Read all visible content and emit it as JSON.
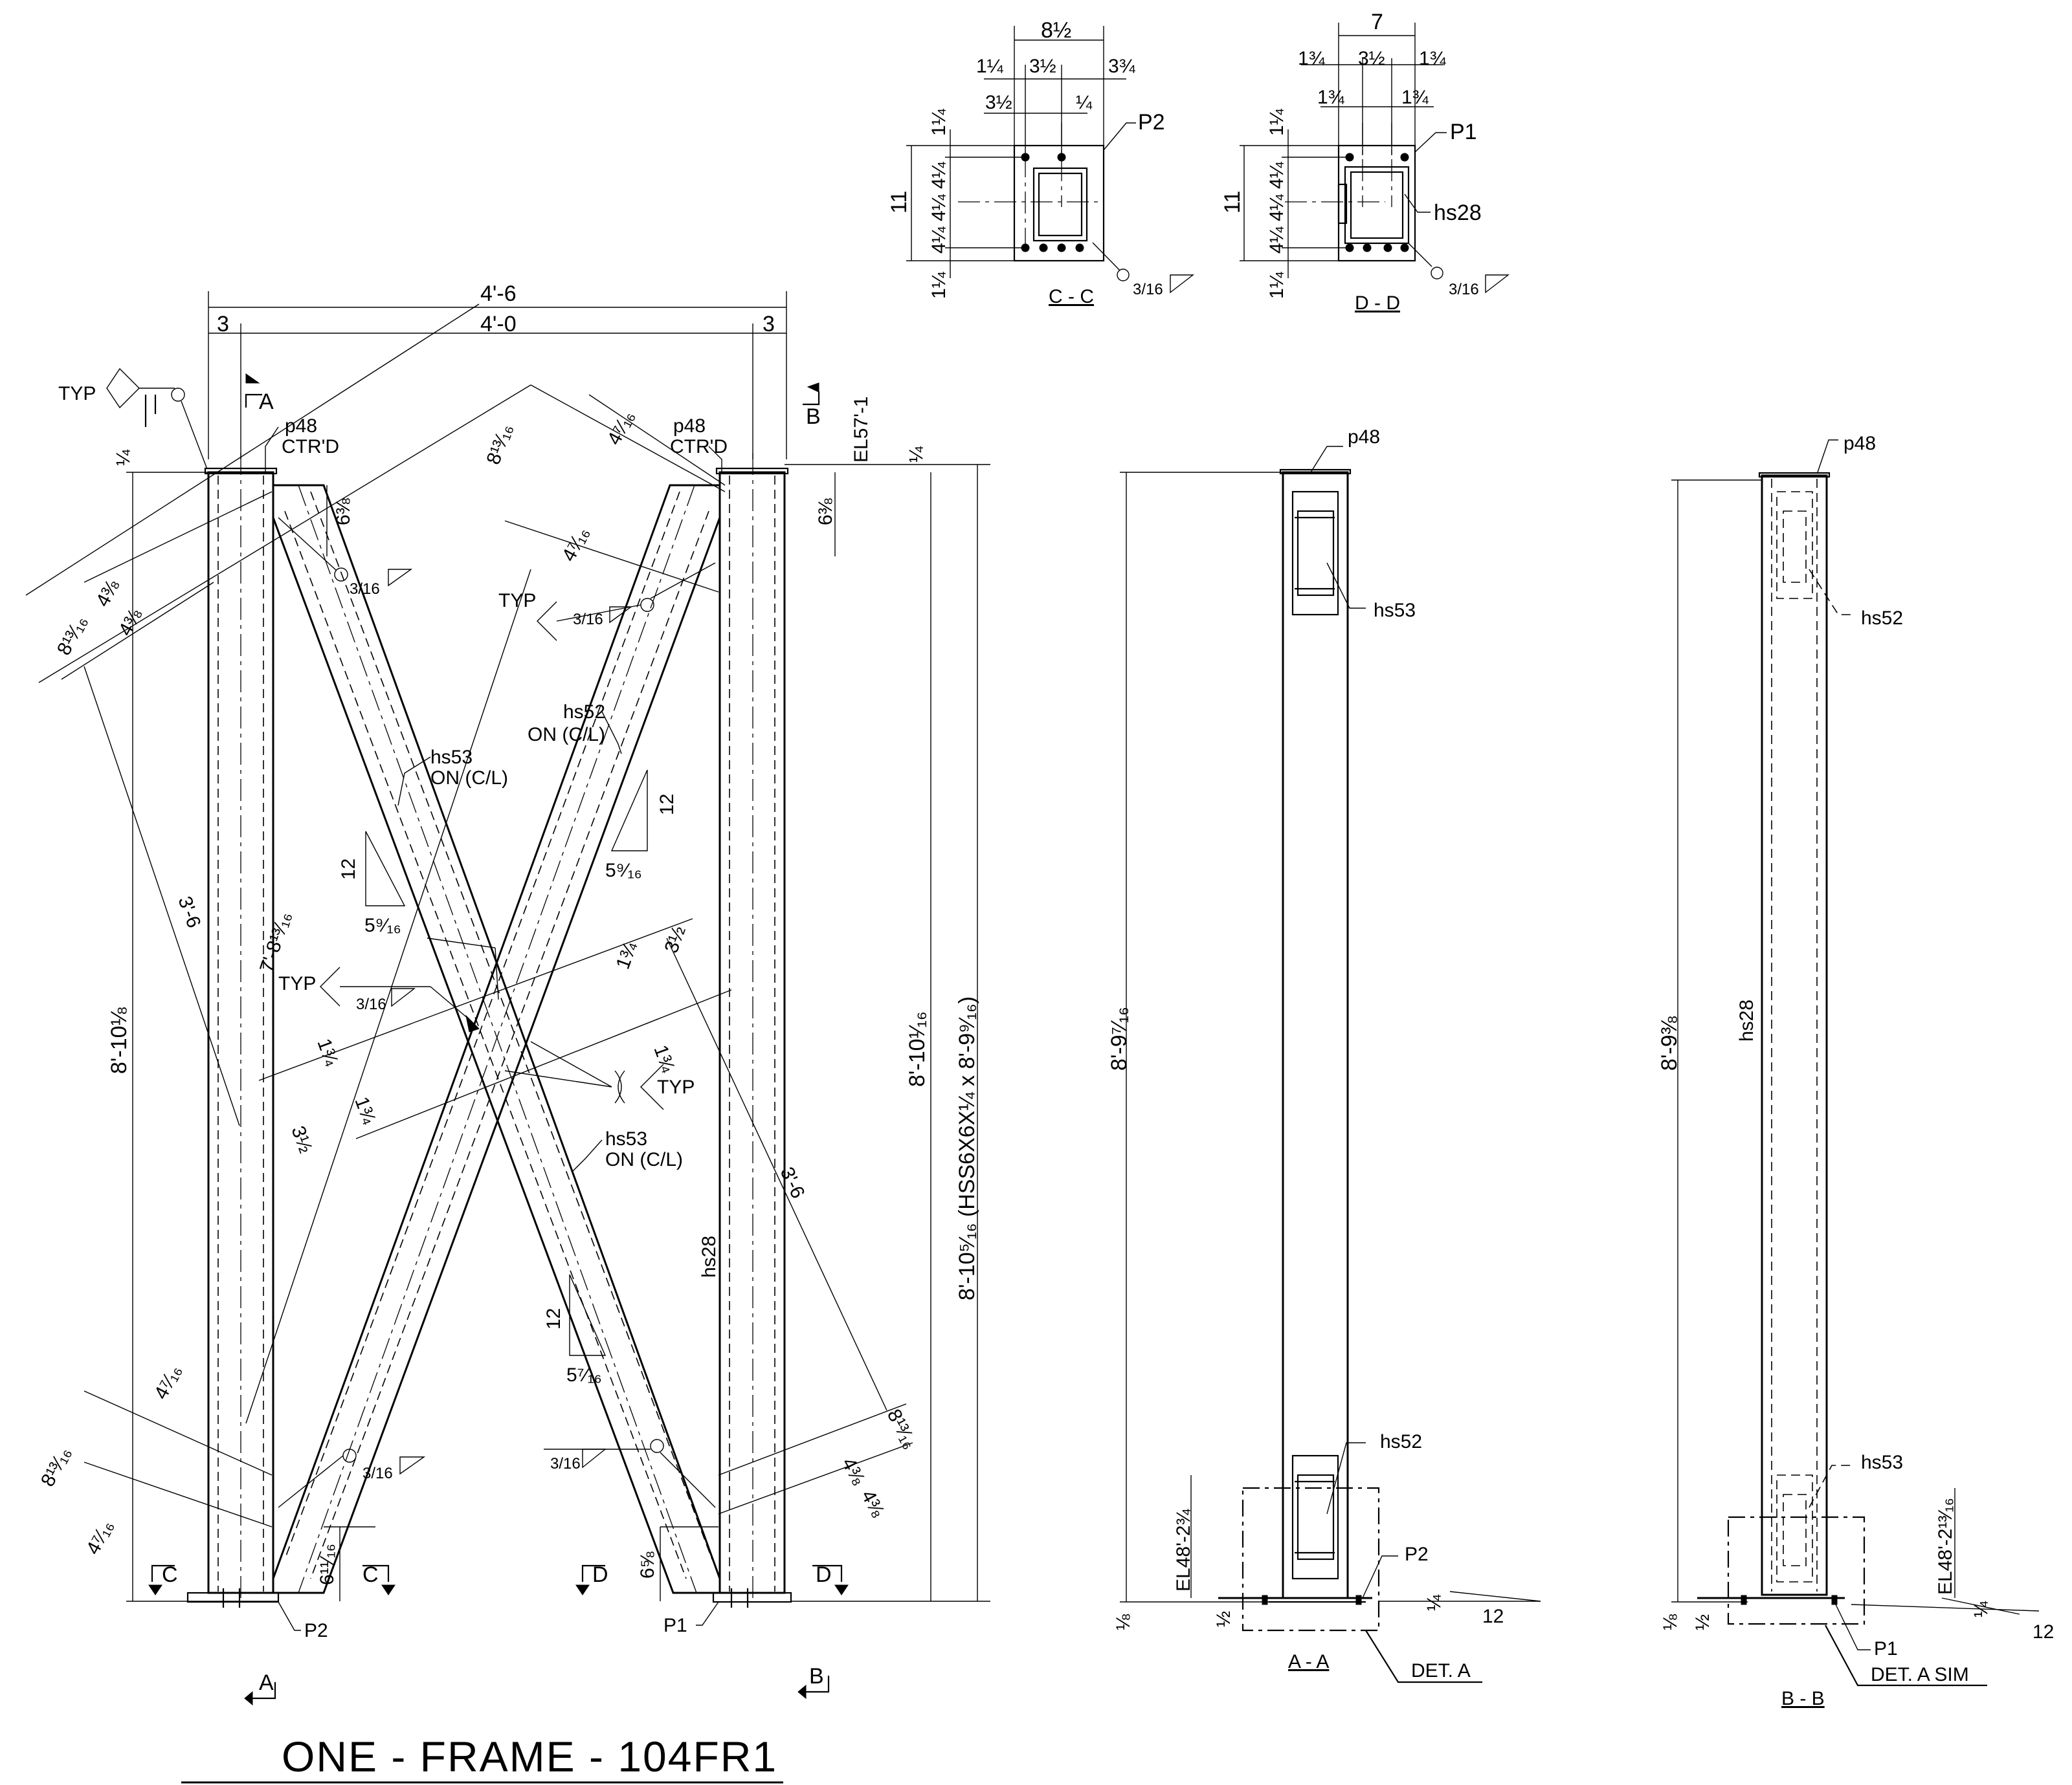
{
  "title": "ONE - FRAME - 104FR1",
  "section_c": {
    "top_dims": [
      "8½",
      "1¼",
      "3½",
      "3¾",
      "3½",
      "¼"
    ],
    "side_dims": [
      "1¼",
      "11",
      "4¼",
      "4¼",
      "4¼",
      "1¼"
    ],
    "plate": "P2",
    "weld": "3/16",
    "label": "C - C"
  },
  "section_d": {
    "top_dims": [
      "7",
      "1¾",
      "3½",
      "1¾",
      "1¾",
      "1¾"
    ],
    "side_dims": [
      "1¼",
      "11",
      "4¼",
      "4¼",
      "4¼",
      "1¼"
    ],
    "plate": "P1",
    "member": "hs28",
    "weld": "3/16",
    "label": "D - D"
  },
  "frame": {
    "overall_width": "4'-6",
    "inner_width": "4'-0",
    "left_offset": "3",
    "right_offset": "3",
    "typ": "TYP",
    "cap_plate": "p48",
    "cap_note": "CTR'D",
    "elevation_top": "EL57'-1",
    "quarter": "¼",
    "dim_6_3_8": "6⅜",
    "dim_4_7_16": "4⁷⁄₁₆",
    "dim_8_13_16": "8¹³⁄₁₆",
    "dim_4_3_8": "4⅜",
    "weld_3_16": "3/16",
    "brace_hs52": "hs52",
    "brace_hs53": "hs53",
    "on_cl": "ON (C/L)",
    "slope_rise": "12",
    "slope_run_a": "5⁹⁄₁₆",
    "slope_run_b": "5⁷⁄₁₆",
    "dim_3_6": "3'-6",
    "dim_7_8_13_16": "7'-8¹³⁄₁₆",
    "dim_8_10_1_8": "8'-10⅛",
    "dim_1_3_4": "1¾",
    "dim_3_1_2": "3½",
    "column_right": "hs28",
    "dim_8_10_1_16": "8'-10¹⁄₁₆",
    "dim_member_note": "8'-10⁵⁄₁₆ (HSS6X6X¼ x 8'-9⁹⁄₁₆)",
    "dim_6_11_16": "6¹¹⁄₁₆",
    "dim_6_5_8": "6⅝",
    "plate_left": "P2",
    "plate_right": "P1",
    "sec_a": "A",
    "sec_b": "B",
    "sec_c": "C",
    "sec_d": "D"
  },
  "view_aa": {
    "cap": "p48",
    "member_top": "hs53",
    "member_bot": "hs52",
    "plate": "P2",
    "height": "8'-9⁷⁄₁₆",
    "elevation": "EL48'-2¾",
    "dim_1_8": "⅛",
    "dim_1_2": "½",
    "slope_a": "¼",
    "slope_b": "12",
    "label": "A - A",
    "detail": "DET. A"
  },
  "view_bb": {
    "cap": "p48",
    "member_top": "hs52",
    "member_bot": "hs53",
    "column": "hs28",
    "plate": "P1",
    "height": "8'-9⅜",
    "elevation": "EL48'-2¹³⁄₁₆",
    "dim_1_8": "⅛",
    "dim_1_2": "½",
    "slope_a": "¼",
    "slope_b": "12",
    "label": "B - B",
    "detail": "DET. A SIM"
  }
}
